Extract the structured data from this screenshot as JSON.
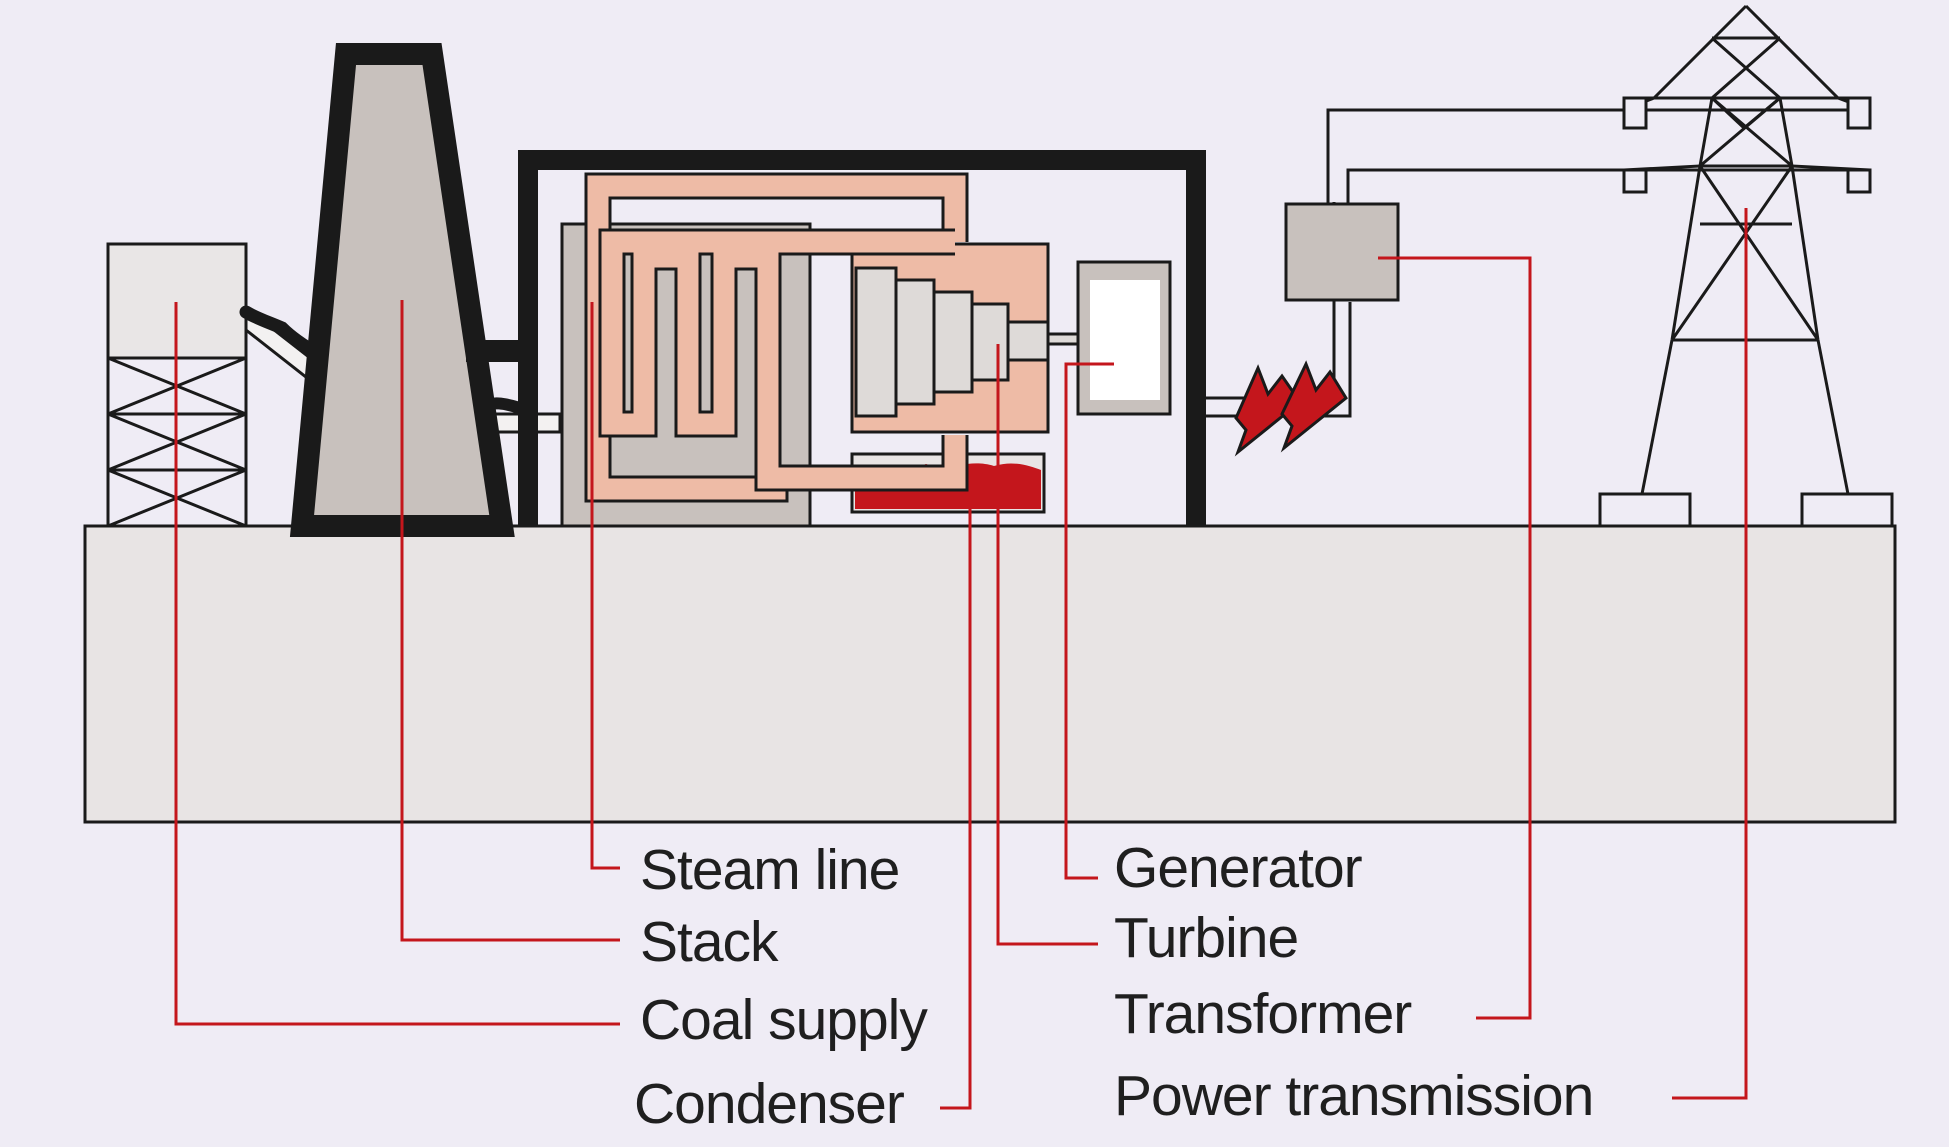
{
  "diagram": {
    "labels": {
      "steam_line": "Steam line",
      "stack": "Stack",
      "coal_supply": "Coal supply",
      "condenser": "Condenser",
      "generator": "Generator",
      "turbine": "Turbine",
      "transformer": "Transformer",
      "power_transmission": "Power transmission"
    },
    "colors": {
      "background": "#efecf5",
      "ground": "#e8e4e4",
      "outline": "#1a1a1a",
      "stack_fill": "#c8c1bd",
      "steam_fill": "#eebba6",
      "water_red": "#c4161c",
      "leader_red": "#c4161c",
      "coal_supply_fill": "#e9e6e6",
      "generator_window": "#ffffff"
    }
  }
}
